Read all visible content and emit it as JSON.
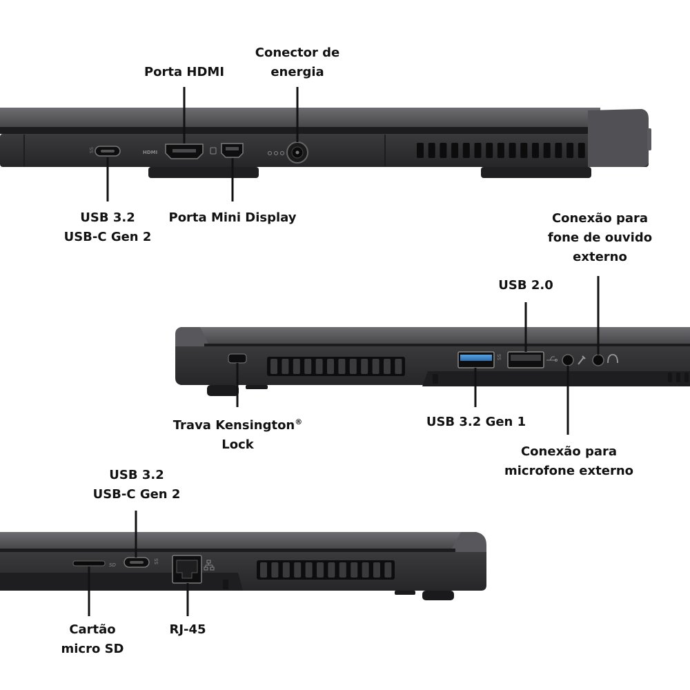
{
  "labels": {
    "hdmi": "Porta HDMI",
    "power": [
      "Conector de",
      "energia"
    ],
    "usbc_rear": [
      "USB 3.2",
      "USB-C Gen 2"
    ],
    "mini_dp": "Porta Mini Display",
    "headphone": [
      "Conexão para",
      "fone de ouvido",
      "externo"
    ],
    "usb2": "USB 2.0",
    "kensington": [
      "Trava Kensington",
      "Lock"
    ],
    "kensington_mark": "®",
    "usb3_gen1": "USB 3.2 Gen 1",
    "mic": [
      "Conexão para",
      "microfone externo"
    ],
    "usbc_left": [
      "USB 3.2",
      "USB-C Gen 2"
    ],
    "sd": [
      "Cartão",
      "micro SD"
    ],
    "rj45": "RJ-45"
  },
  "port_marks": {
    "hdmi_logo": "HDMI",
    "sd_logo": "SD"
  },
  "colors": {
    "body_dark": "#2a2a2c",
    "body_mid": "#48484b",
    "body_light": "#6b6b6f",
    "port_blue": "#3e86c9",
    "leader": "#111111"
  }
}
